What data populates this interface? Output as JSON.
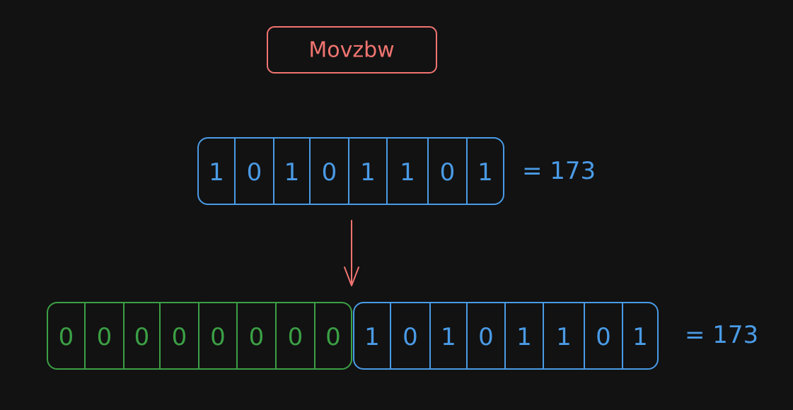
{
  "title": "Movzbw",
  "source_byte": {
    "bits": [
      "1",
      "0",
      "1",
      "0",
      "1",
      "1",
      "0",
      "1"
    ],
    "value_label": "= 173"
  },
  "result_word": {
    "upper_bits": [
      "0",
      "0",
      "0",
      "0",
      "0",
      "0",
      "0",
      "0"
    ],
    "lower_bits": [
      "1",
      "0",
      "1",
      "0",
      "1",
      "1",
      "0",
      "1"
    ],
    "value_label": "= 173"
  },
  "colors": {
    "background": "#121212",
    "title": "#f07470",
    "blue": "#4a9be6",
    "green": "#3ba045",
    "arrow": "#f07470"
  }
}
